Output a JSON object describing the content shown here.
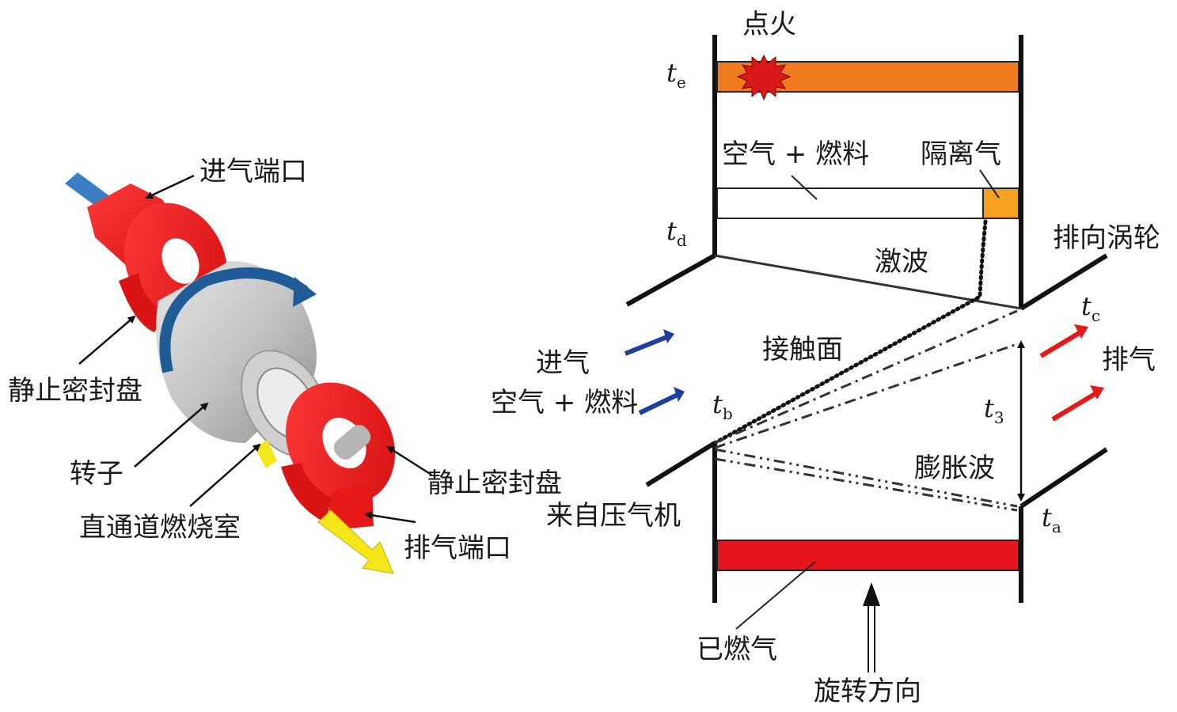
{
  "left_figure": {
    "labels": {
      "inlet_port": "进气端口",
      "stationary_seal_disk_left": "静止密封盘",
      "rotor": "转子",
      "straight_channel_combustor": "直通道燃烧室",
      "stationary_seal_disk_right": "静止密封盘",
      "exhaust_port": "排气端口"
    },
    "colors": {
      "seal_red": "#e61919",
      "rotor_gray": "#bfbfbf",
      "inlet_blue": "#3b7fc4",
      "exhaust_yellow": "#f5e61a"
    }
  },
  "right_figure": {
    "labels": {
      "ignition": "点火",
      "air_fuel_top": "空气 + 燃料",
      "buffer_gas": "隔离气",
      "to_turbine": "排向涡轮",
      "shock_wave": "激波",
      "contact_surface": "接触面",
      "intake": "进气",
      "air_fuel_left": "空气 + 燃料",
      "exhaust": "排气",
      "expansion_wave": "膨胀波",
      "from_compressor": "来自压气机",
      "burned_gas": "已燃气",
      "rotation_direction": "旋转方向"
    },
    "time_labels": {
      "te": {
        "base": "t",
        "sub": "e"
      },
      "td": {
        "base": "t",
        "sub": "d"
      },
      "tc": {
        "base": "t",
        "sub": "c"
      },
      "tb": {
        "base": "t",
        "sub": "b"
      },
      "t3": {
        "base": "t",
        "sub": "3"
      },
      "ta": {
        "base": "t",
        "sub": "a"
      }
    },
    "colors": {
      "ignited_band": "#ef7b1e",
      "buffer_band": "#f5a020",
      "burned_band": "#e8161c",
      "flow_blue": "#1f3fa0",
      "flow_red": "#e61919"
    }
  }
}
